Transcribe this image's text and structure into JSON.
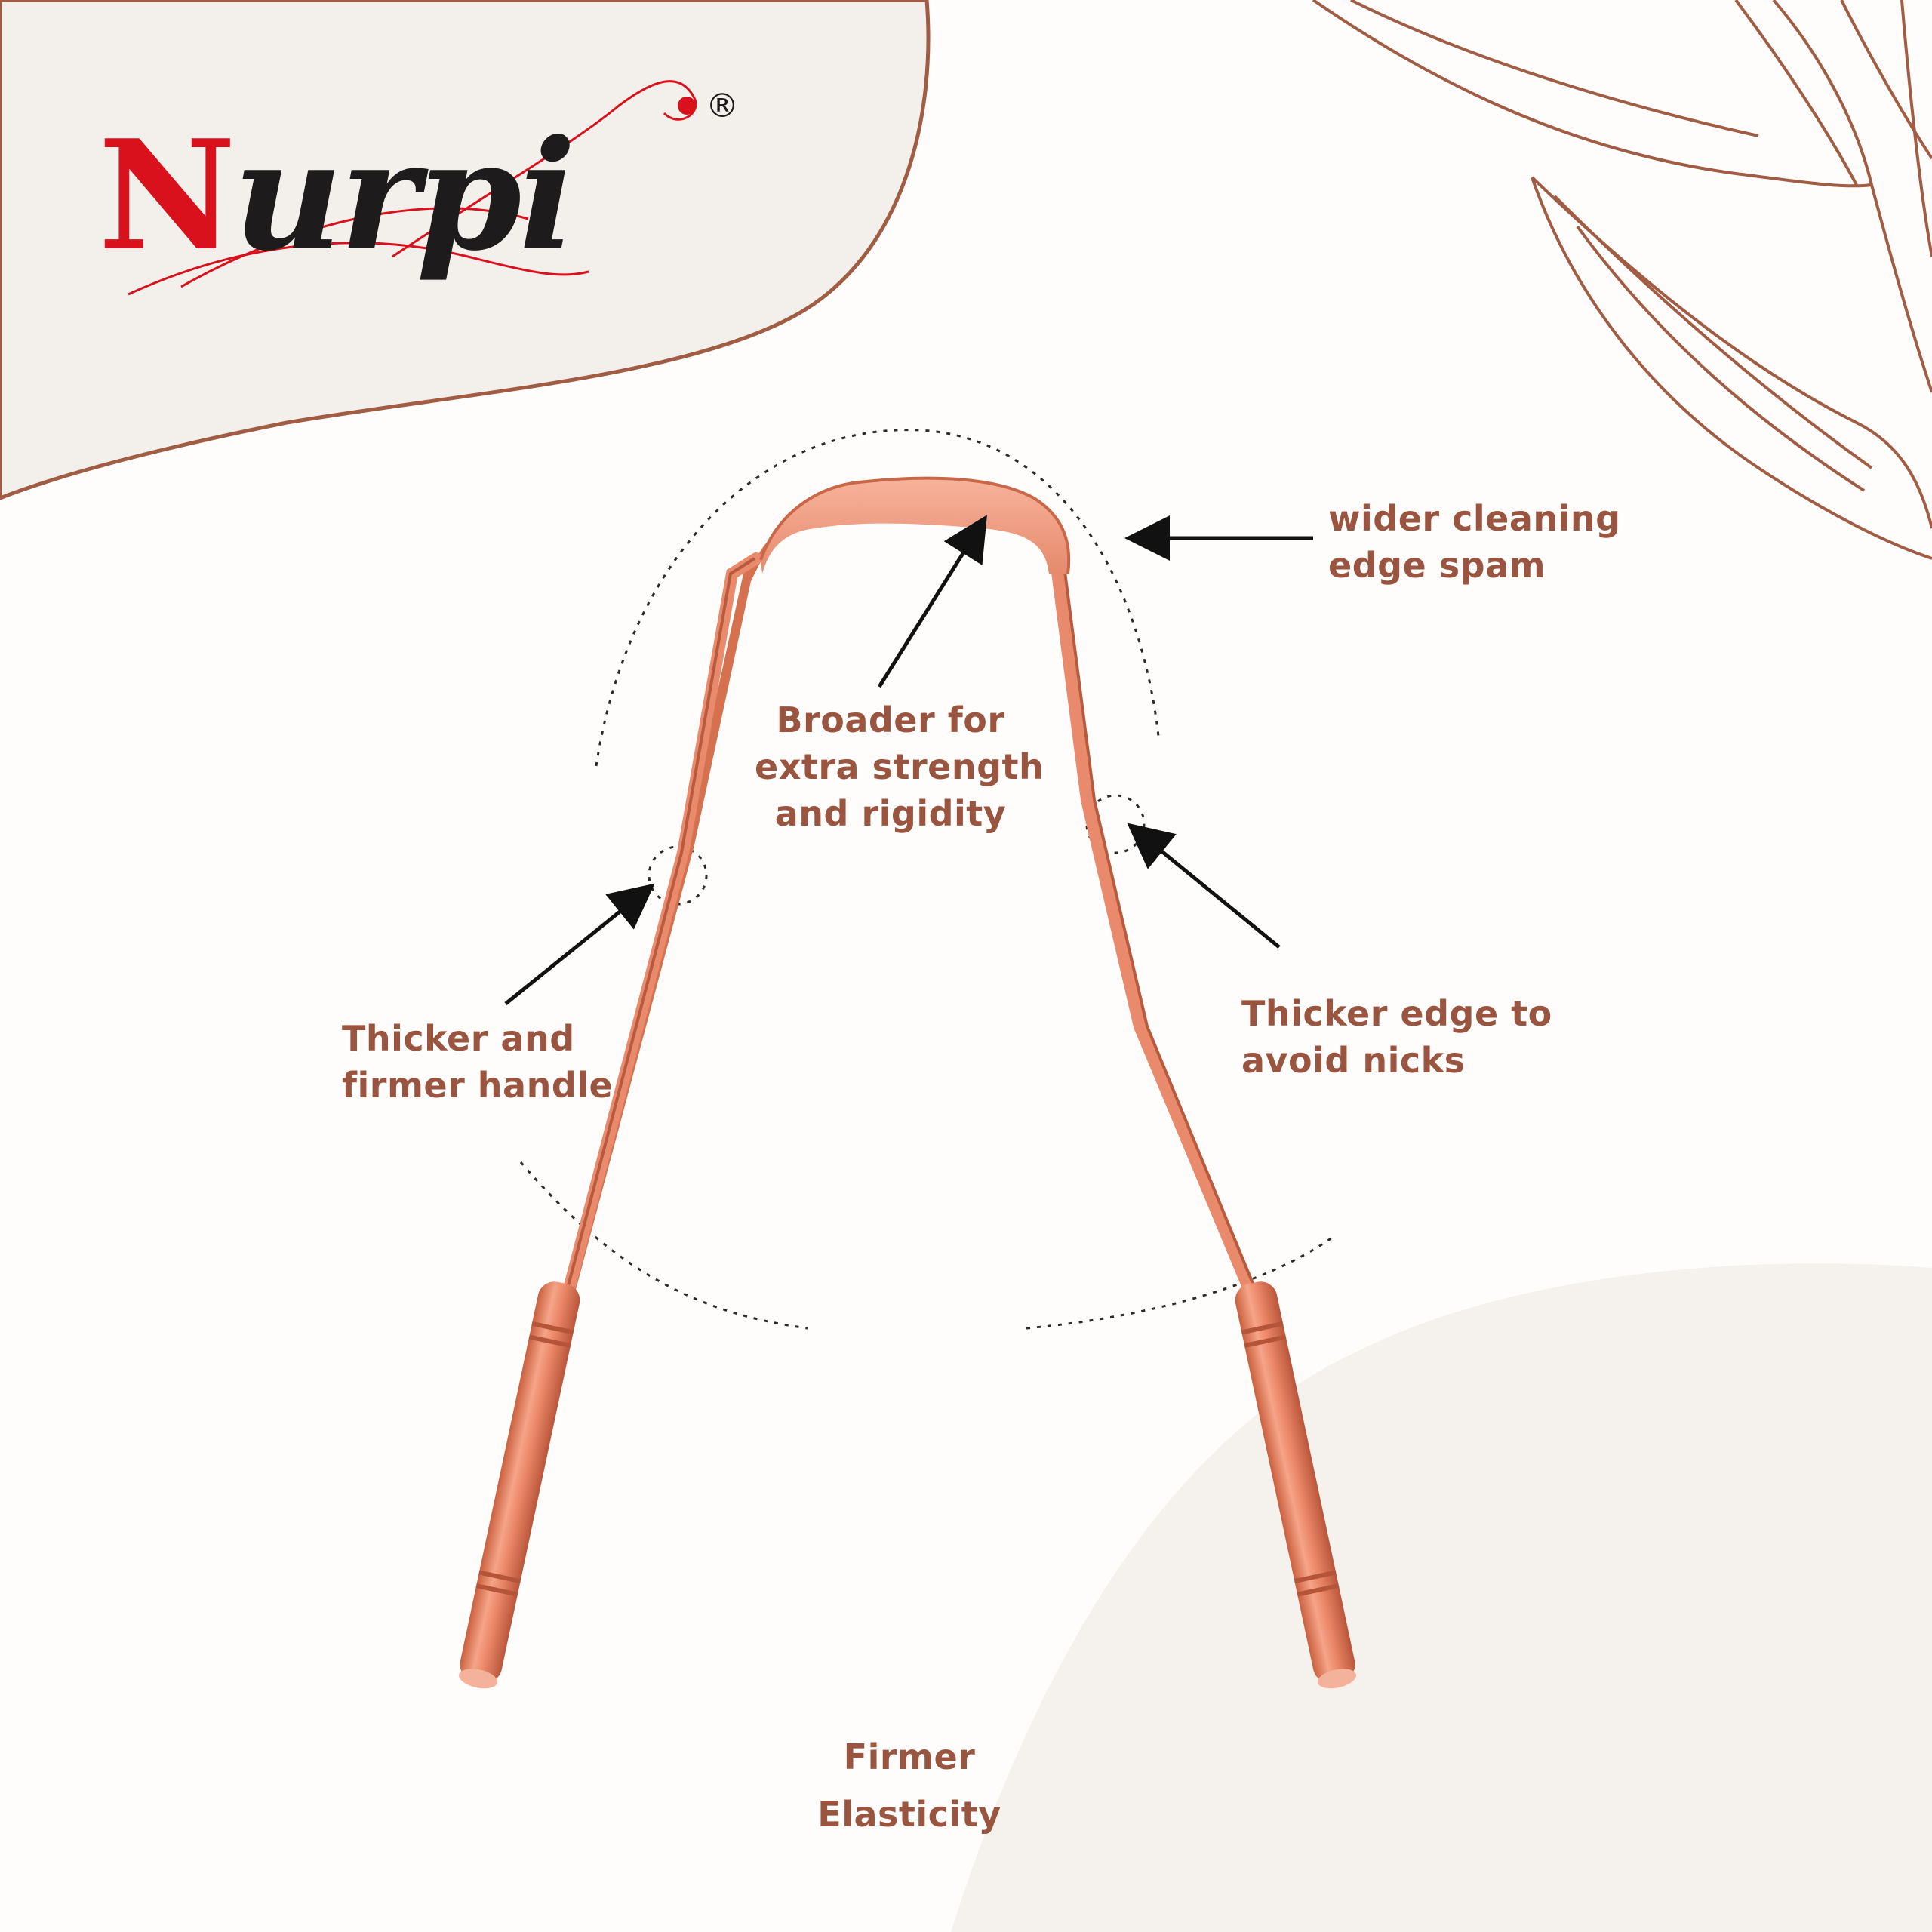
{
  "brand": {
    "name": "Nurpi",
    "registered_mark": "®"
  },
  "colors": {
    "accent": "#9a5540",
    "copper": "#e9866a",
    "logo_red": "#d8111c",
    "logo_dark": "#1e1b1c",
    "cream": "#f3efea",
    "outline": "#a15c44"
  },
  "features": [
    {
      "id": "wider-cleaning-edge",
      "lines": [
        "wider cleaning",
        "edge spam"
      ]
    },
    {
      "id": "broader",
      "lines": [
        "Broader for",
        "extra strength",
        "and rigidity"
      ]
    },
    {
      "id": "thicker-handle",
      "lines": [
        "Thicker and",
        "firmer handle"
      ]
    },
    {
      "id": "thicker-edge",
      "lines": [
        "Thicker edge to",
        "avoid nicks"
      ]
    },
    {
      "id": "firmer-elasticity",
      "lines": [
        "Firmer",
        "Elasticity"
      ]
    }
  ]
}
